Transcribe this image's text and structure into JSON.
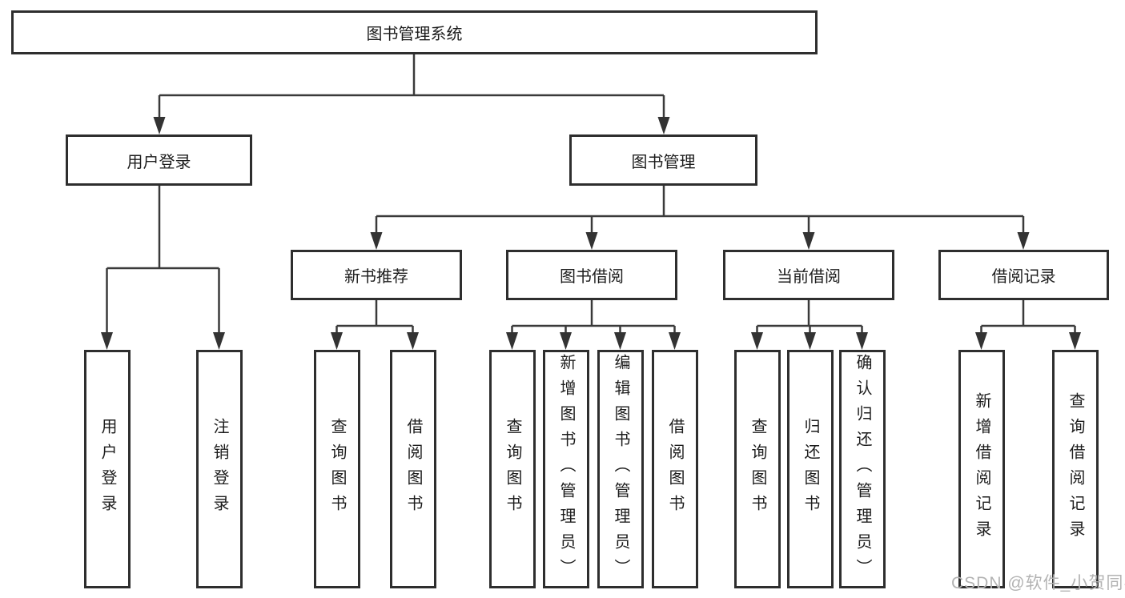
{
  "tree": {
    "root": {
      "label": "图书管理系统"
    },
    "branches": [
      {
        "label": "用户登录",
        "children": [
          {
            "label": "用户登录"
          },
          {
            "label": "注销登录"
          }
        ]
      },
      {
        "label": "图书管理",
        "children": [
          {
            "label": "新书推荐",
            "children": [
              {
                "label": "查询图书"
              },
              {
                "label": "借阅图书"
              }
            ]
          },
          {
            "label": "图书借阅",
            "children": [
              {
                "label": "查询图书"
              },
              {
                "label": "新增图书（管理员）"
              },
              {
                "label": "编辑图书（管理员）"
              },
              {
                "label": "借阅图书"
              }
            ]
          },
          {
            "label": "当前借阅",
            "children": [
              {
                "label": "查询图书"
              },
              {
                "label": "归还图书"
              },
              {
                "label": "确认归还（管理员）"
              }
            ]
          },
          {
            "label": "借阅记录",
            "children": [
              {
                "label": "新增借阅记录"
              },
              {
                "label": "查询借阅记录"
              }
            ]
          }
        ]
      }
    ]
  },
  "watermark": "CSDN @软件_小贺同学",
  "colors": {
    "line": "#3a3a3a",
    "border": "#2e2e2e",
    "text": "#1d1d1d",
    "watermark": "#b3b3b3"
  }
}
